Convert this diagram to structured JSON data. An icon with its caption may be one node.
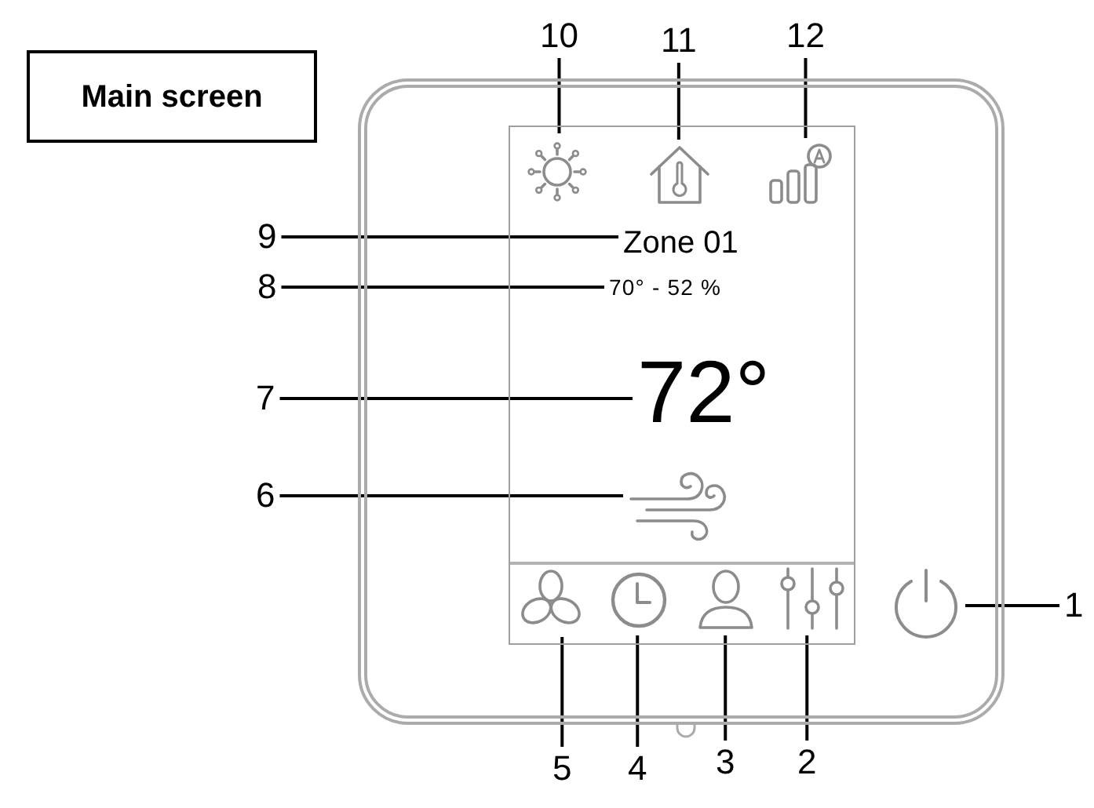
{
  "diagram": {
    "nodes": [
      {
        "text": [
          "Main screen"
        ]
      },
      {
        "text": [],
        "shape": "box"
      },
      {
        "text": [],
        "shape": "box",
        "in": 1
      },
      {
        "text": [],
        "shape": "picture",
        "in": 2
      },
      {
        "text": [],
        "shape": "picture",
        "in": 2
      },
      {
        "text": [],
        "shape": "picture",
        "in": 2
      },
      {
        "text": [
          "Zone 01"
        ],
        "in": 2
      },
      {
        "text": [
          "70° - 52 %"
        ],
        "in": 2
      },
      {
        "text": [
          "72°"
        ],
        "in": 2
      },
      {
        "text": [],
        "shape": "picture",
        "in": 2
      },
      {
        "text": [],
        "shape": "picture",
        "in": 2
      },
      {
        "text": [],
        "shape": "picture",
        "in": 2
      },
      {
        "text": [],
        "shape": "person",
        "in": 2
      },
      {
        "text": [],
        "shape": "picture",
        "in": 2
      },
      {
        "text": [],
        "shape": "picture",
        "in": 1
      },
      {
        "text": [
          "10"
        ]
      },
      {
        "text": [
          "11"
        ]
      },
      {
        "text": [
          "12"
        ]
      },
      {
        "text": [
          "9"
        ]
      },
      {
        "text": [
          "8"
        ]
      },
      {
        "text": [
          "7"
        ]
      },
      {
        "text": [
          "6"
        ]
      },
      {
        "text": [
          "1"
        ]
      },
      {
        "text": [
          "5"
        ]
      },
      {
        "text": [
          "4"
        ]
      },
      {
        "text": [
          "3"
        ]
      },
      {
        "text": [
          "2"
        ]
      }
    ],
    "edges": [
      {
        "from": 15,
        "to": 3,
        "arrow": "none"
      },
      {
        "from": 16,
        "to": 4,
        "arrow": "none"
      },
      {
        "from": 17,
        "to": 5,
        "arrow": "none"
      },
      {
        "from": 18,
        "to": 6,
        "arrow": "none"
      },
      {
        "from": 19,
        "to": 7,
        "arrow": "none"
      },
      {
        "from": 20,
        "to": 8,
        "arrow": "none"
      },
      {
        "from": 21,
        "to": 9,
        "arrow": "none"
      },
      {
        "from": 22,
        "to": 14,
        "arrow": "none"
      },
      {
        "from": 23,
        "to": 10,
        "arrow": "none"
      },
      {
        "from": 24,
        "to": 11,
        "arrow": "none"
      },
      {
        "from": 25,
        "to": 12,
        "arrow": "none"
      },
      {
        "from": 26,
        "to": 13,
        "arrow": "none"
      }
    ]
  }
}
